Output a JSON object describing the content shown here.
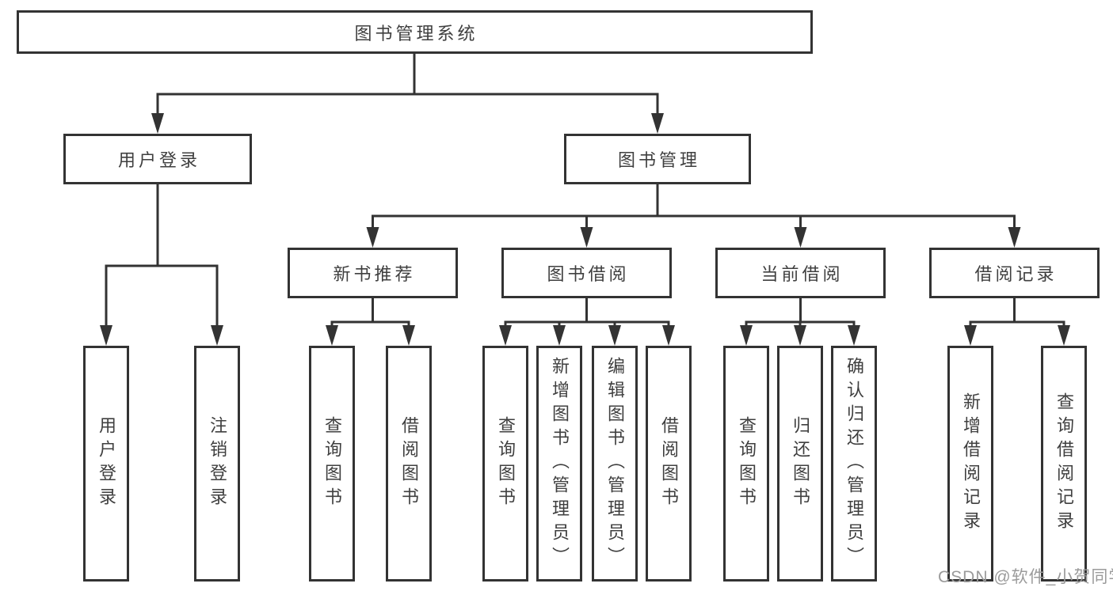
{
  "diagram": {
    "root": {
      "label": "图书管理系统"
    },
    "user_login": {
      "label": "用户登录",
      "children": {
        "login": {
          "label": "用户登录"
        },
        "logout": {
          "label": "注销登录"
        }
      }
    },
    "book_mgmt": {
      "label": "图书管理",
      "children": {
        "new_books": {
          "label": "新书推荐",
          "children": {
            "query": {
              "label": "查询图书"
            },
            "borrow": {
              "label": "借阅图书"
            }
          }
        },
        "book_borrow": {
          "label": "图书借阅",
          "children": {
            "query": {
              "label": "查询图书"
            },
            "add": {
              "label": "新增图书（管理员）"
            },
            "edit": {
              "label": "编辑图书（管理员）"
            },
            "borrow": {
              "label": "借阅图书"
            }
          }
        },
        "current_borrow": {
          "label": "当前借阅",
          "children": {
            "query": {
              "label": "查询图书"
            },
            "return": {
              "label": "归还图书"
            },
            "confirm": {
              "label": "确认归还（管理员）"
            }
          }
        },
        "borrow_records": {
          "label": "借阅记录",
          "children": {
            "add": {
              "label": "新增借阅记录"
            },
            "query": {
              "label": "查询借阅记录"
            }
          }
        }
      }
    }
  },
  "watermark": {
    "text": "CSDN @软件_小贺同学",
    "color": "#9b9b9b"
  },
  "colors": {
    "line": "#333333",
    "text": "#3f3f3f",
    "background": "#ffffff",
    "box_bg": "#ffffff"
  }
}
